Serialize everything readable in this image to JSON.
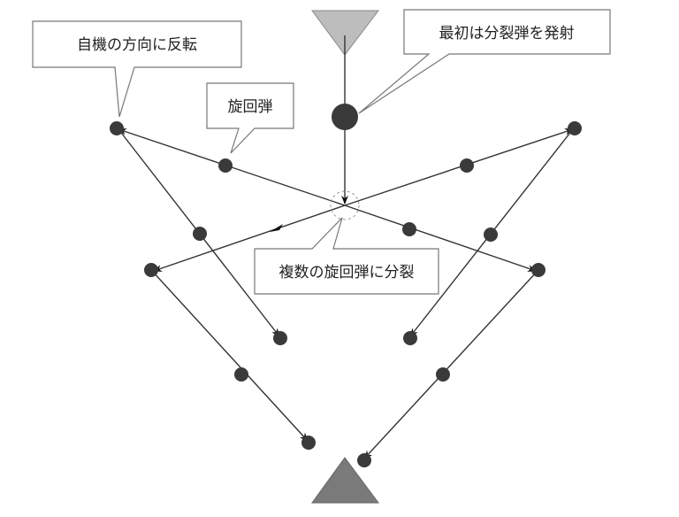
{
  "callouts": {
    "reverse": "自機の方向に反転",
    "homing": "旋回弾",
    "first_shot": "最初は分裂弾を発射",
    "split": "複数の旋回弾に分裂"
  },
  "colors": {
    "enemy": "#bdbdbd",
    "player": "#7a7a7a",
    "bullet": "#3a3a3a",
    "line": "#333333"
  }
}
